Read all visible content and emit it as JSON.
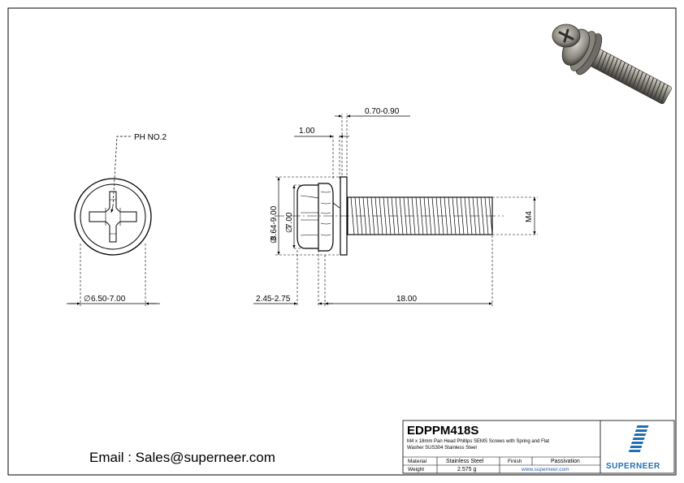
{
  "dimensions": {
    "recess": "PH NO.2",
    "head_dia": "6.50-7.00",
    "washer_thk": "0.70-0.90",
    "spring_thk": "1.00",
    "flat_washer_dia": "8.64-9.00",
    "spring_dia": "7.00",
    "thread": "M4",
    "head_height": "2.45-2.75",
    "length": "18.00",
    "dia_symbol": "∅"
  },
  "title_block": {
    "part_number": "EDPPM418S",
    "description_line1": "M4 x 18mm Pan Head Phillips SEMS Screws with Spring and Flat",
    "description_line2": "Washer SUS304 Stainless Steel",
    "material_label": "Material",
    "material_value": "Stainless Steel",
    "finish_label": "Finish",
    "finish_value": "Passivation",
    "weight_label": "Weight",
    "weight_value": "2.575 g",
    "website": "www.superneer.com",
    "brand": "SUPERNEER"
  },
  "contact": {
    "email": "Email : Sales@superneer.com"
  },
  "colors": {
    "line": "#000000",
    "steel_dark": "#3a3a36",
    "steel_mid": "#8a8880",
    "steel_light": "#c9c6bd",
    "brand_blue": "#1f6fb5",
    "link_blue": "#1f5fa8"
  }
}
